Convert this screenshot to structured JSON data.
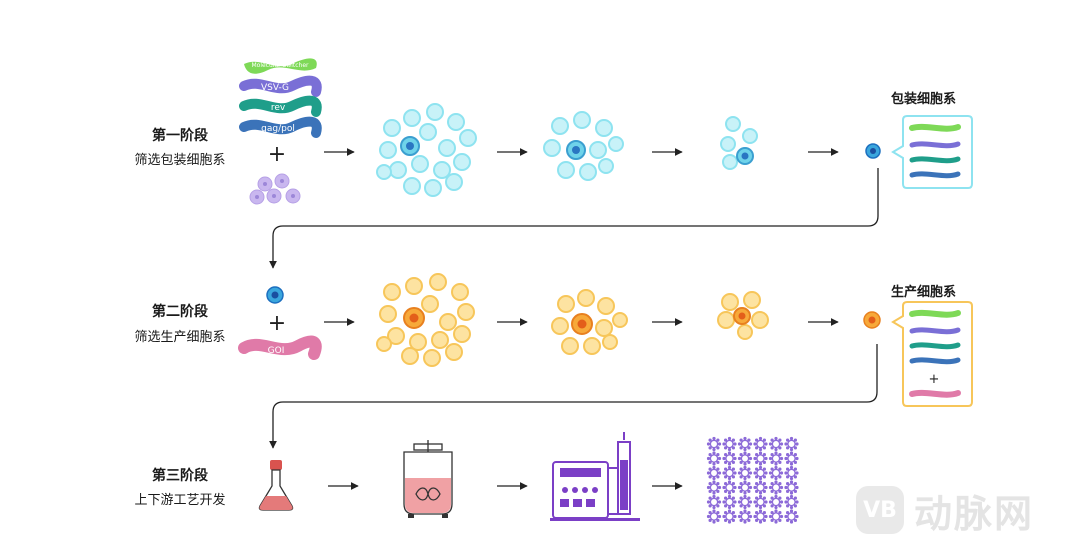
{
  "stages": [
    {
      "title": "第一阶段",
      "subtitle": "筛选包装细胞系"
    },
    {
      "title": "第二阶段",
      "subtitle": "筛选生产细胞系"
    },
    {
      "title": "第三阶段",
      "subtitle": "上下游工艺开发"
    }
  ],
  "results": {
    "packaging": "包装细胞系",
    "producer": "生产细胞系"
  },
  "plasmids": {
    "switch": "Molecular Switcher",
    "vsvg": "VSV-G",
    "rev": "rev",
    "gagpol": "gag/pol",
    "goi": "GOI"
  },
  "plus": "+",
  "colors": {
    "switch": "#7ed957",
    "vsvg": "#7a6fd6",
    "rev": "#1f9e8a",
    "gagpol": "#3b73b9",
    "goi": "#e07aa8",
    "cyan_cell": "#8ee3f0",
    "orange_cell": "#f7c65a",
    "lilac_cell": "#c9b7ef",
    "purple_equipment": "#7b3fc6",
    "flask_liquid": "#e47a7a"
  },
  "watermark": {
    "badge": "VB",
    "text": "动脉网"
  }
}
